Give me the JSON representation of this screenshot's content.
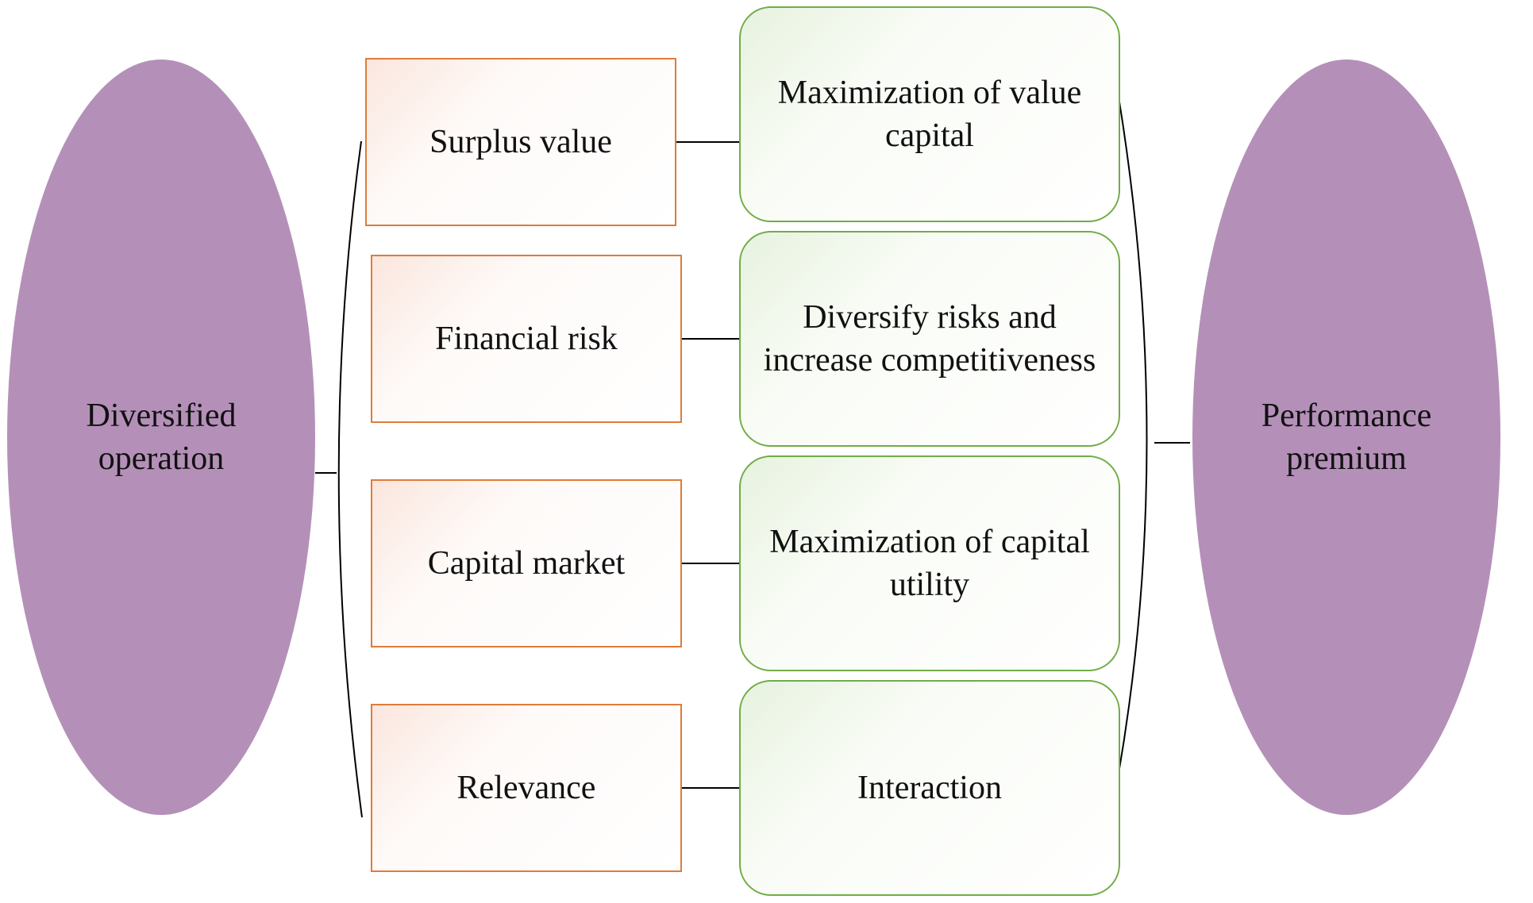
{
  "colors": {
    "ellipse_fill": "#b490b9",
    "factor_border": "#e07b39",
    "effect_border": "#70ad47",
    "connector": "#000000"
  },
  "left_node": {
    "label": "Diversified operation"
  },
  "right_node": {
    "label": "Performance premium"
  },
  "factors": [
    {
      "label": "Surplus value"
    },
    {
      "label": "Financial risk"
    },
    {
      "label": "Capital market"
    },
    {
      "label": "Relevance"
    }
  ],
  "effects": [
    {
      "label": "Maximization of value capital"
    },
    {
      "label": "Diversify risks and increase competitiveness"
    },
    {
      "label": "Maximization of capital utility"
    },
    {
      "label": "Interaction"
    }
  ]
}
